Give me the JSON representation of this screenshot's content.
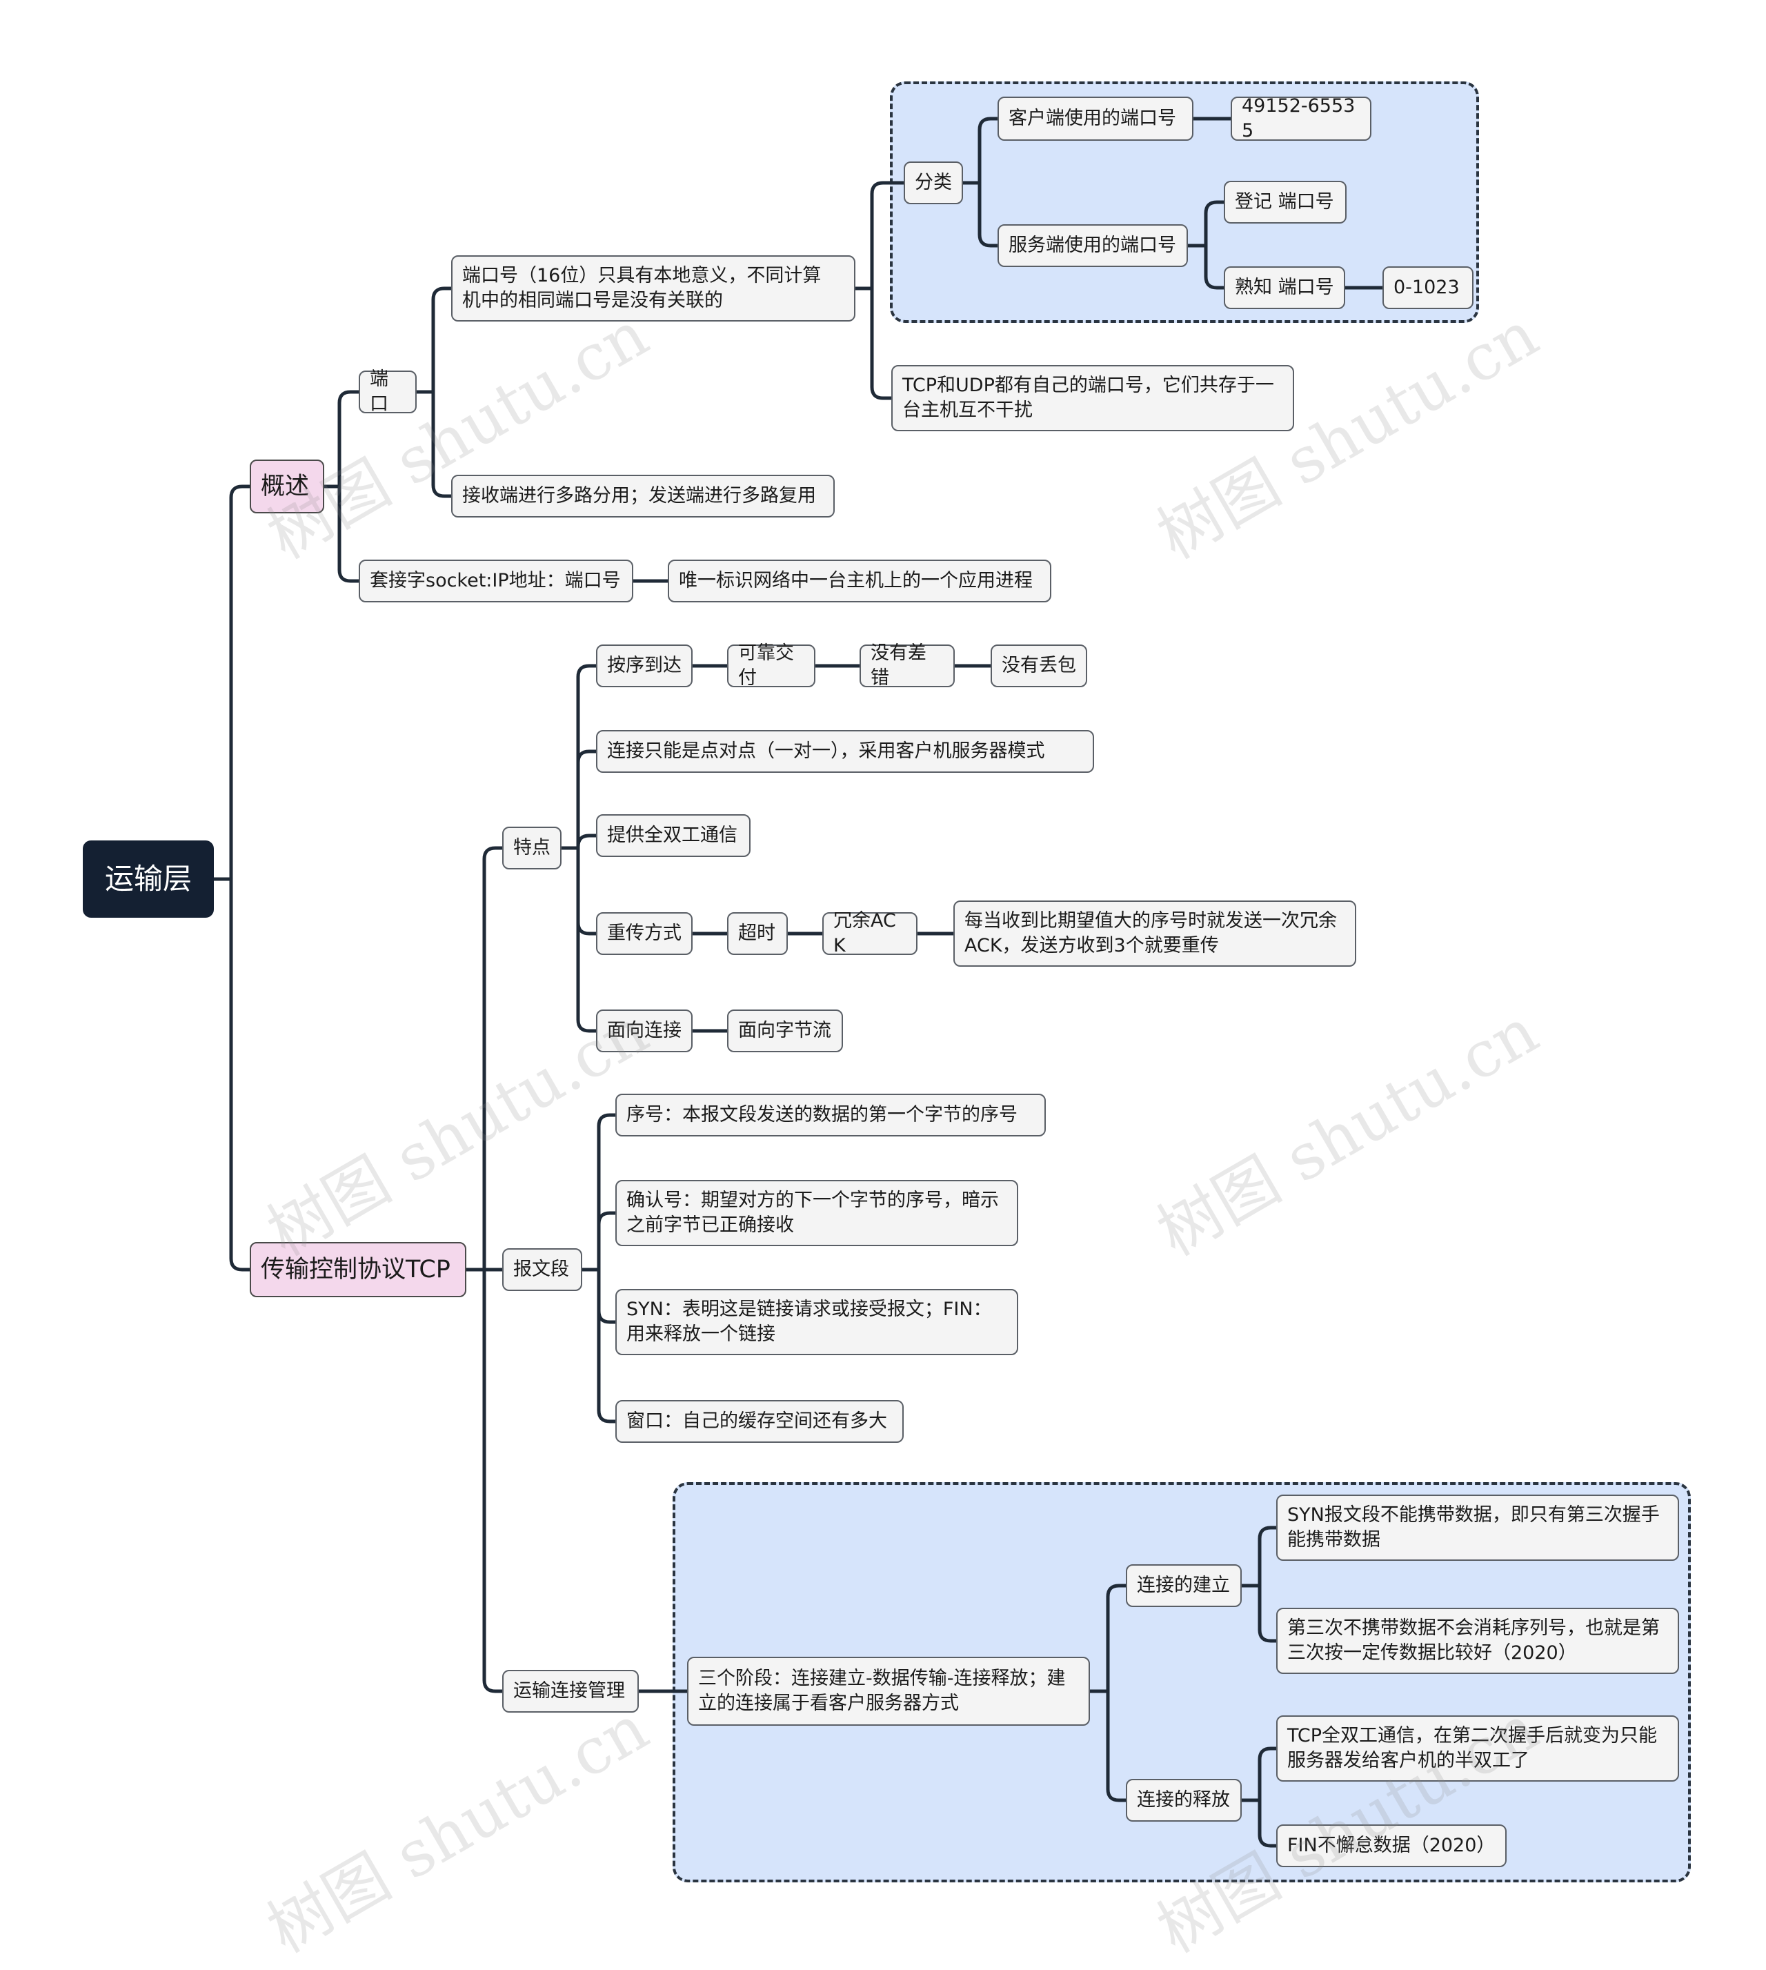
{
  "root": "运输层",
  "overview": {
    "label": "概述",
    "port": {
      "label": "端口",
      "meaning": "端口号（16位）只具有本地意义，不同计算\n机中的相同端口号是没有关联的",
      "classification": {
        "label": "分类",
        "client": {
          "label": "客户端使用的端口号",
          "range": "49152-65535"
        },
        "server": {
          "label": "服务端使用的端口号",
          "registered": "登记 端口号",
          "well_known": {
            "label": "熟知 端口号",
            "range": "0-1023"
          }
        }
      },
      "coexist": "TCP和UDP都有自己的端口号，它们共存于一\n台主机互不干扰",
      "mux": "接收端进行多路分用；发送端进行多路复用"
    },
    "socket": {
      "label": "套接字socket:IP地址：端口号",
      "desc": "唯一标识网络中一台主机上的一个应用进程"
    }
  },
  "tcp": {
    "label": "传输控制协议TCP",
    "features": {
      "label": "特点",
      "in_order": [
        "按序到达",
        "可靠交付",
        "没有差错",
        "没有丢包"
      ],
      "p2p": "连接只能是点对点（一对一），采用客户机服务器模式",
      "duplex": "提供全双工通信",
      "retransmit": [
        "重传方式",
        "超时",
        "冗余ACK"
      ],
      "dup_ack_desc": "每当收到比期望值大的序号时就发送一次冗余\nACK，发送方收到3个就要重传",
      "connection": [
        "面向连接",
        "面向字节流"
      ]
    },
    "segment": {
      "label": "报文段",
      "seq": "序号：本报文段发送的数据的第一个字节的序号",
      "ack": "确认号：期望对方的下一个字节的序号，暗示\n之前字节已正确接收",
      "syn_fin": "SYN：表明这是链接请求或接受报文；FIN：\n用来释放一个链接",
      "window": "窗口：自己的缓存空间还有多大"
    },
    "conn_mgmt": {
      "label": "运输连接管理",
      "phases": "三个阶段：连接建立-数据传输-连接释放；建\n立的连接属于看客户服务器方式",
      "establish": {
        "label": "连接的建立",
        "items": [
          "SYN报文段不能携带数据，即只有第三次握手\n能携带数据",
          "第三次不携带数据不会消耗序列号，也就是第\n三次按一定传数据比较好（2020）"
        ]
      },
      "release": {
        "label": "连接的释放",
        "items": [
          "TCP全双工通信，在第二次握手后就变为只能\n服务器发给客户机的半双工了",
          "FIN不懈怠数据（2020）"
        ]
      }
    }
  },
  "watermark": "树图 shutu.cn",
  "colors": {
    "root_bg": "#142032",
    "l1_bg": "#f4d8ec",
    "node_bg": "#f4f4f4",
    "group_bg": "#d6e4fb",
    "line": "#1f2a37"
  }
}
